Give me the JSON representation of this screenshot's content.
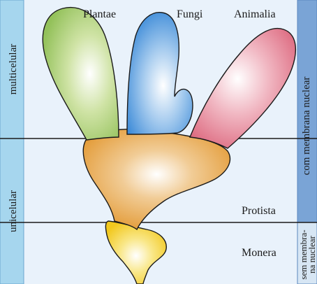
{
  "left_bands": {
    "multicelular": "multicelular",
    "unicelular": "unicelular"
  },
  "right_bands": {
    "nuclear": "com membrana nuclear",
    "no_nuclear_line1": "sem membra-",
    "no_nuclear_line2": "na nuclear"
  },
  "kingdoms": {
    "plantae": "Plantae",
    "fungi": "Fungi",
    "animalia": "Animalia",
    "protista": "Protista",
    "monera": "Monera"
  },
  "colors": {
    "band_blue": "#a9d8ee",
    "band_blue_dark": "#7aa2d6",
    "bg_light": "#e9f2fb",
    "plantae": "#9ccc65",
    "fungi": "#4a95dd",
    "animalia": "#e2758a",
    "protista": "#e7a240",
    "monera": "#f5d130"
  }
}
